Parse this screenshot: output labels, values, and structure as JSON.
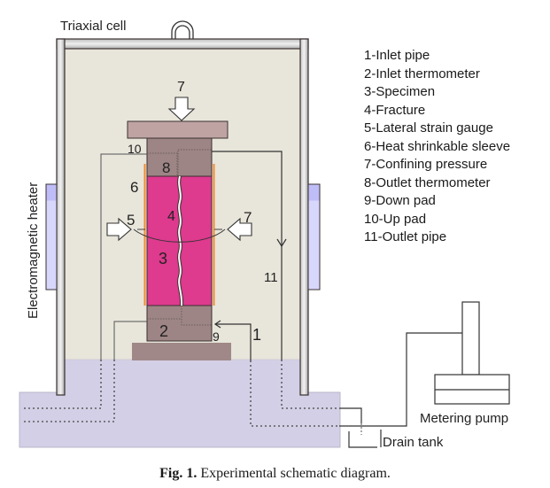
{
  "figure": {
    "title_label": "Triaxial cell",
    "heater_label": "Electromagnetic heater",
    "component_numbers": {
      "top_pressure": "7",
      "up_pad": "10",
      "outlet_thermometer": "8",
      "sleeve": "6",
      "strain_gauge": "5",
      "side_pressure": "7",
      "fracture": "4",
      "specimen": "3",
      "inlet_thermometer": "2",
      "down_pad": "9",
      "inlet_pipe": "1",
      "outlet_pipe": "11"
    },
    "pump_label": "Metering pump",
    "drain_label": "Drain tank"
  },
  "legend": {
    "items": [
      "1-Inlet pipe",
      "2-Inlet thermometer",
      "3-Specimen",
      "4-Fracture",
      "5-Lateral strain gauge",
      "6-Heat shrinkable sleeve",
      "7-Confining pressure",
      "8-Outlet thermometer",
      "9-Down pad",
      "10-Up pad",
      "11-Outlet pipe"
    ]
  },
  "caption": {
    "prefix": "Fig. 1.",
    "text": "Experimental schematic diagram."
  },
  "colors": {
    "cell_fluid": "#e8e5da",
    "base_fluid": "#d3cfe6",
    "specimen": "#de3a8e",
    "pad": "#9e8585",
    "plate": "#bfa3a3",
    "sleeve": "#f28b30",
    "heater": "#d7d6fb"
  }
}
